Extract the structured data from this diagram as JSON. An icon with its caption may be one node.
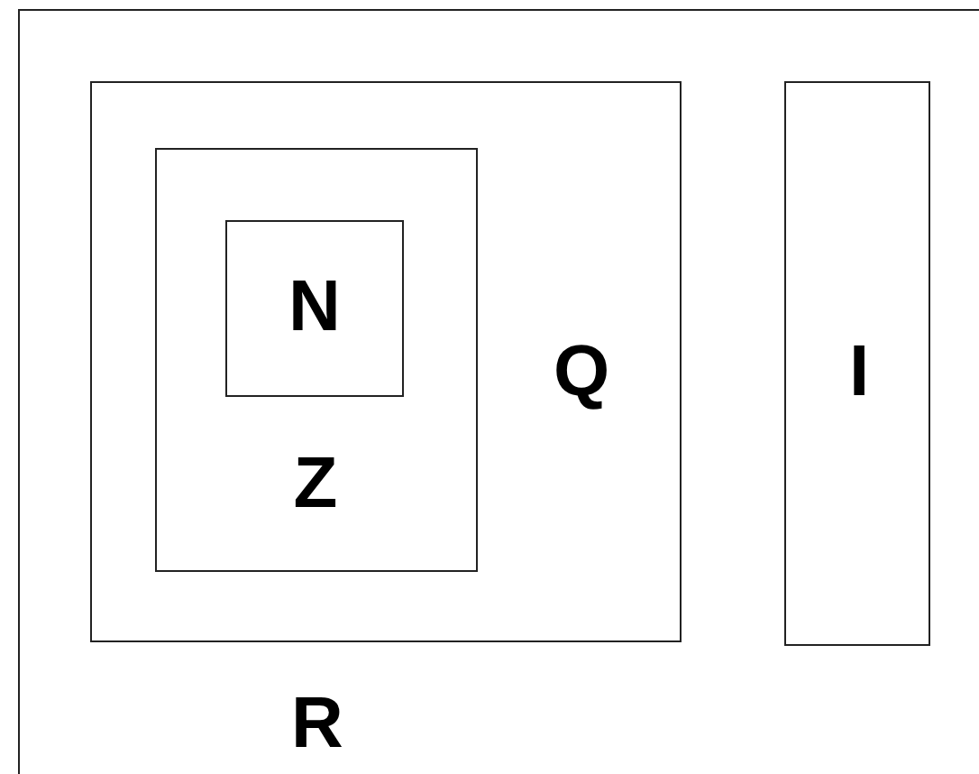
{
  "diagram": {
    "nodes": [
      {
        "text": [
          "R"
        ]
      },
      {
        "text": [
          "Q"
        ],
        "in": 0
      },
      {
        "text": [
          "Z"
        ],
        "in": 1
      },
      {
        "text": [
          "N"
        ],
        "in": 2
      },
      {
        "text": [
          "I"
        ],
        "in": 0
      }
    ]
  }
}
